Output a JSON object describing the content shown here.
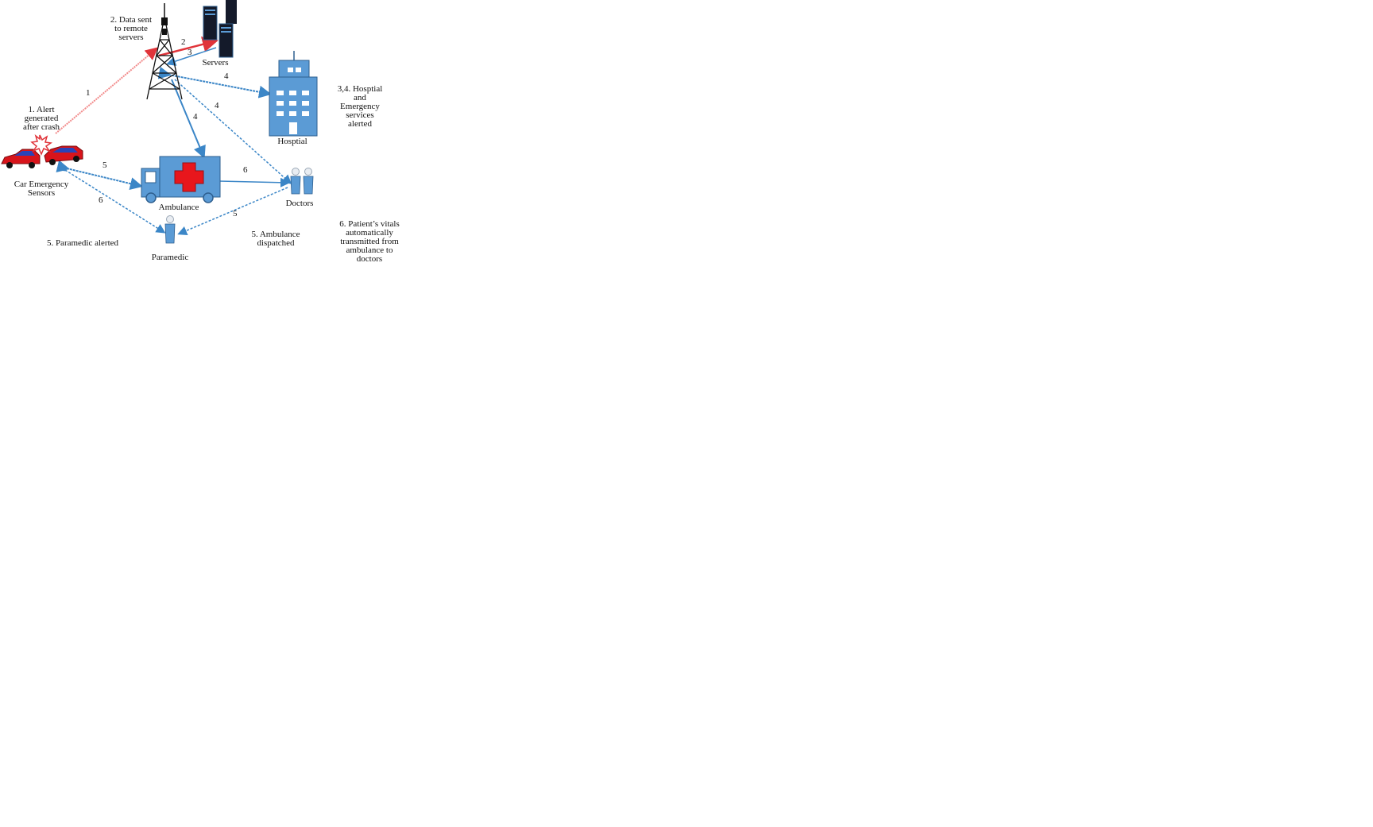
{
  "colors": {
    "alert_link": "#f28b8b",
    "alert_link_dark": "#e0343a",
    "data_link": "#3b86c7",
    "node_fill": "#5b9bd5",
    "node_stroke": "#2e5f8f",
    "car_red": "#d8141b",
    "cross_red": "#e8161c"
  },
  "nodes": {
    "tower_icon": "cell-tower-icon",
    "servers": "Servers",
    "hospital": "Hosptial",
    "car": "Car Emergency Sensors",
    "ambulance": "Ambulance",
    "doctors": "Doctors",
    "paramedic": "Paramedic"
  },
  "captions": {
    "step1": "1. Alert generated after crash",
    "step2": "2. Data sent to remote servers",
    "step34": "3,4. Hosptial and Emergency services alerted",
    "step5a": "5. Paramedic alerted",
    "step5b": "5. Ambulance dispatched",
    "step6": "6. Patient’s vitals automatically transmitted from ambulance to doctors"
  },
  "link_labels": [
    "1",
    "2",
    "3",
    "4",
    "4",
    "4",
    "5",
    "6",
    "6",
    "5"
  ]
}
